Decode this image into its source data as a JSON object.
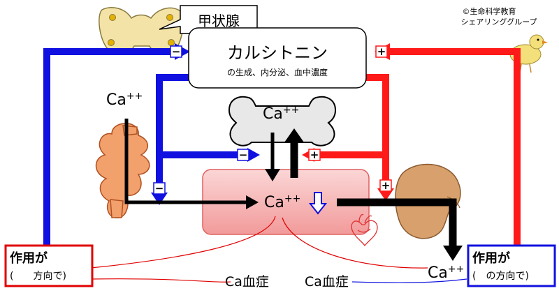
{
  "credit": {
    "line1": "©生命科学教育",
    "line2": "シェアリンググループ"
  },
  "thyroid": {
    "label": "甲状腺"
  },
  "calcitonin": {
    "title": "カルシトニン",
    "subtitle": "の生成、内分泌、血中濃度"
  },
  "calcium": {
    "intestine": "Ca",
    "bone": "Ca",
    "blood": "Ca",
    "kidney": "Ca",
    "charge": "++"
  },
  "signs": {
    "minus": "−",
    "plus": "+"
  },
  "effect_boxes": {
    "left": {
      "title": "作用が",
      "paren": "(　　方向で)",
      "color": "#e00000"
    },
    "right": {
      "title": "作用が",
      "paren": "(　の方向で)",
      "color": "#1010e0"
    }
  },
  "conditions": {
    "left": "Ca血症",
    "right": "Ca血症"
  },
  "colors": {
    "blue": "#1010e0",
    "red": "#ff1a1a",
    "blood_fill": "#f6b8b8",
    "blood_border": "#e06060",
    "thyroid_fill": "#f3e3a6",
    "bone_fill": "#e8e8e8",
    "intestine_fill": "#f2a06c",
    "kidney_fill": "#d7a06c"
  }
}
